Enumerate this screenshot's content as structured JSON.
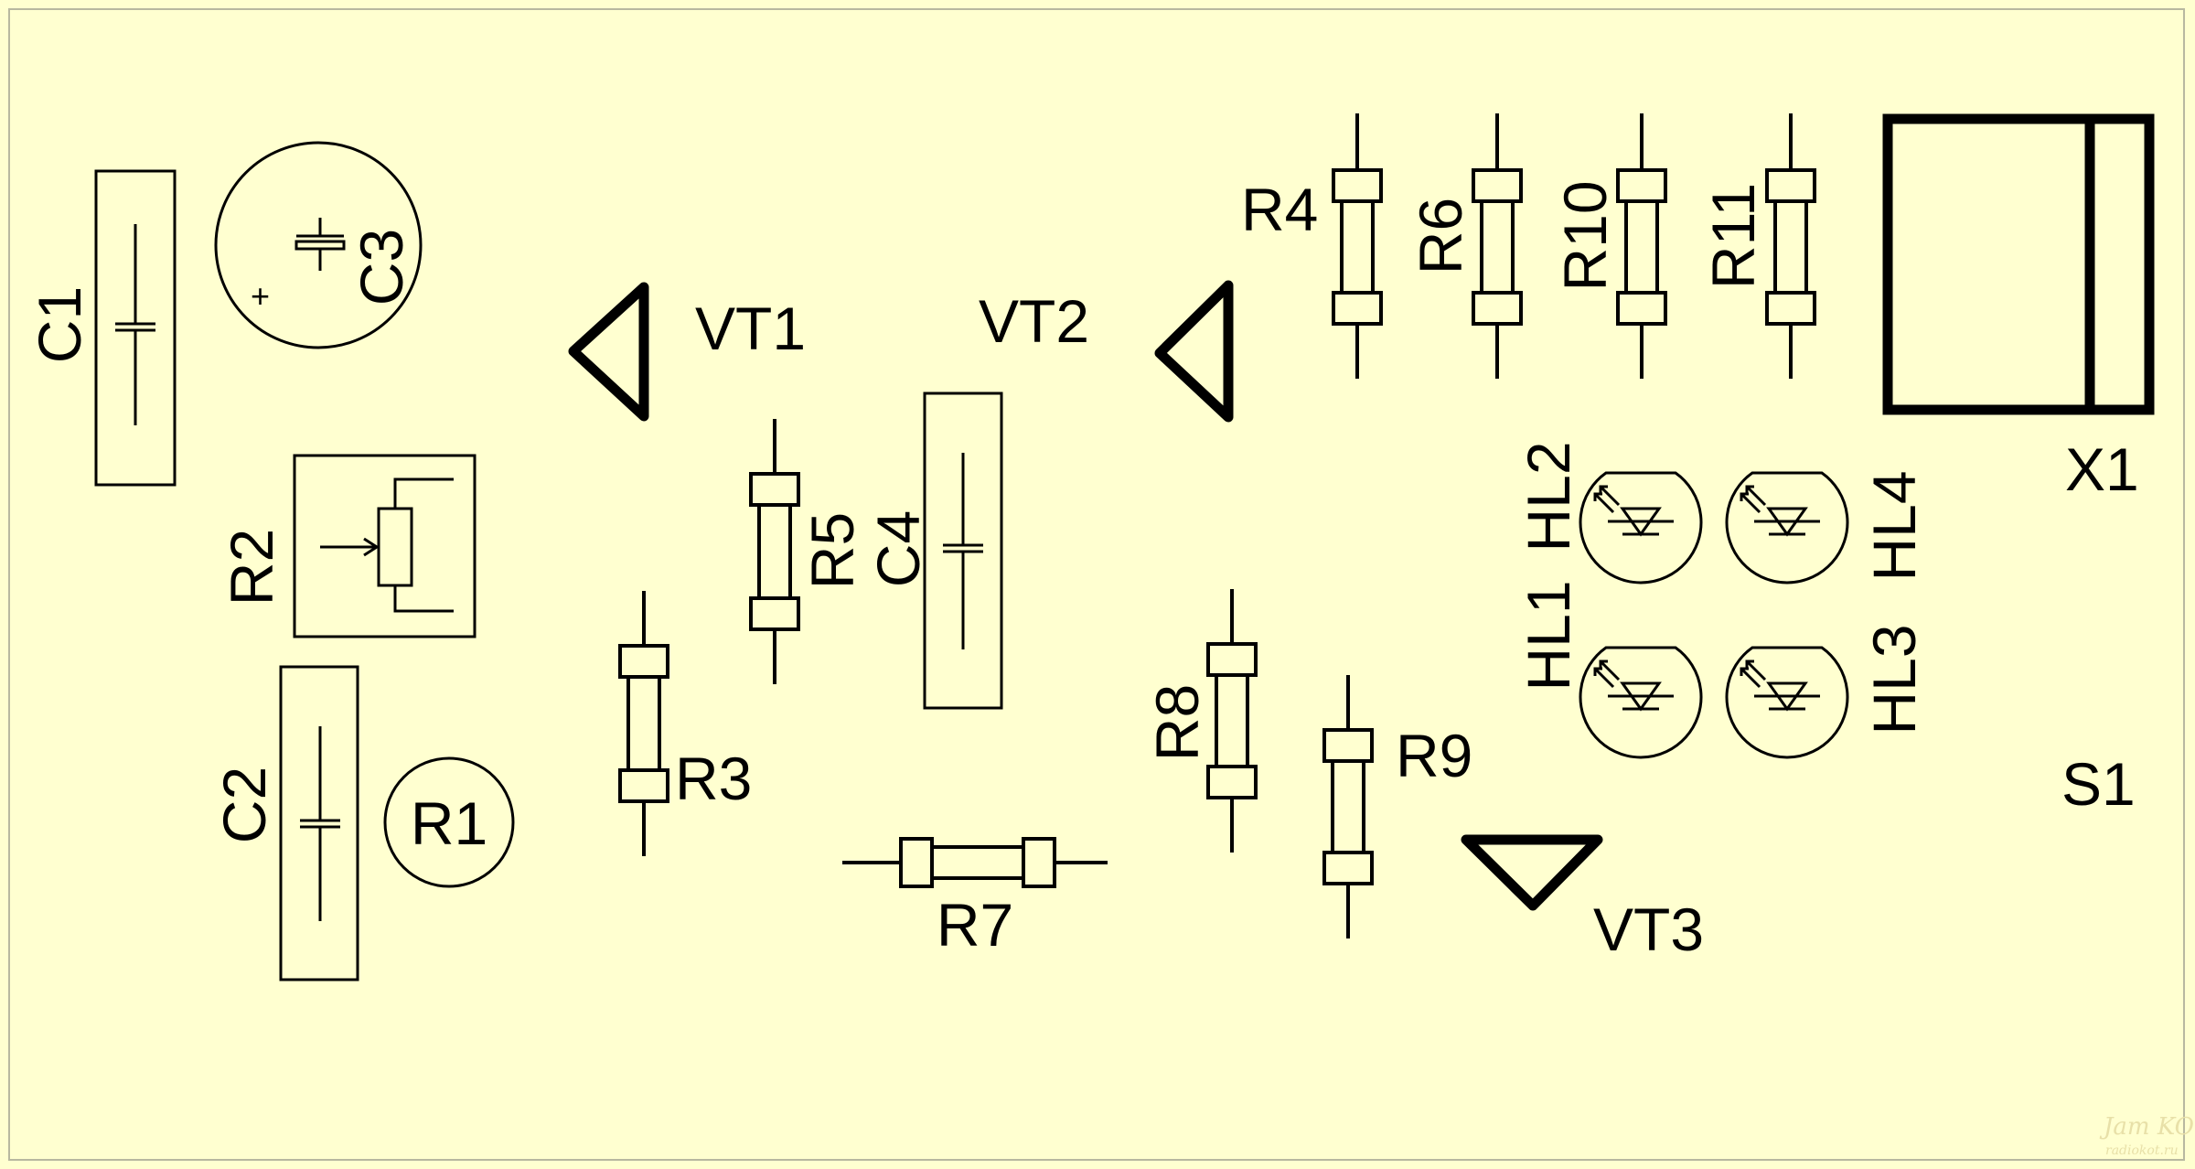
{
  "board": {
    "background_color": "#ffffd0",
    "line_color": "#000000"
  },
  "labels": {
    "C1": "C1",
    "C2": "C2",
    "C3": "C3",
    "C4": "C4",
    "R1": "R1",
    "R2": "R2",
    "R3": "R3",
    "R4": "R4",
    "R5": "R5",
    "R6": "R6",
    "R7": "R7",
    "R8": "R8",
    "R9": "R9",
    "R10": "R10",
    "R11": "R11",
    "VT1": "VT1",
    "VT2": "VT2",
    "VT3": "VT3",
    "HL1": "HL1",
    "HL2": "HL2",
    "HL3": "HL3",
    "HL4": "HL4",
    "X1": "X1",
    "S1": "S1",
    "C3_polarity": "+"
  },
  "watermark": {
    "line1": "Jam KOT",
    "line2": "radiokot.ru"
  }
}
